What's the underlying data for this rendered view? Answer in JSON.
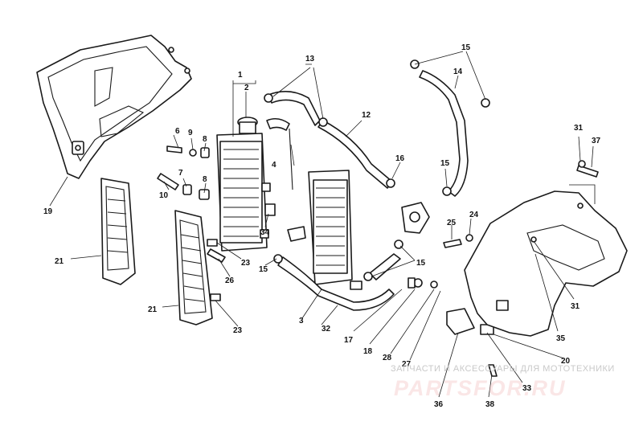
{
  "callouts": [
    {
      "label": "1"
    },
    {
      "label": "2"
    },
    {
      "label": "3"
    },
    {
      "label": "4"
    },
    {
      "label": "6"
    },
    {
      "label": "7"
    },
    {
      "label": "8"
    },
    {
      "label": "8"
    },
    {
      "label": "9"
    },
    {
      "label": "10"
    },
    {
      "label": "12"
    },
    {
      "label": "13"
    },
    {
      "label": "14"
    },
    {
      "label": "15"
    },
    {
      "label": "15"
    },
    {
      "label": "15"
    },
    {
      "label": "15"
    },
    {
      "label": "16"
    },
    {
      "label": "17"
    },
    {
      "label": "18"
    },
    {
      "label": "19"
    },
    {
      "label": "20"
    },
    {
      "label": "21"
    },
    {
      "label": "21"
    },
    {
      "label": "23"
    },
    {
      "label": "23"
    },
    {
      "label": "24"
    },
    {
      "label": "25"
    },
    {
      "label": "26"
    },
    {
      "label": "27"
    },
    {
      "label": "28"
    },
    {
      "label": "31"
    },
    {
      "label": "31"
    },
    {
      "label": "32"
    },
    {
      "label": "33"
    },
    {
      "label": "34"
    },
    {
      "label": "35"
    },
    {
      "label": "36"
    },
    {
      "label": "37"
    },
    {
      "label": "38"
    }
  ],
  "watermark": {
    "tagline": "ЗАПЧАСТИ И АКСЕССУАРЫ ДЛЯ МОТОТЕХНИКИ",
    "logo_text": "PARTSFOR.RU",
    "logo_color": "#e03c3c"
  }
}
